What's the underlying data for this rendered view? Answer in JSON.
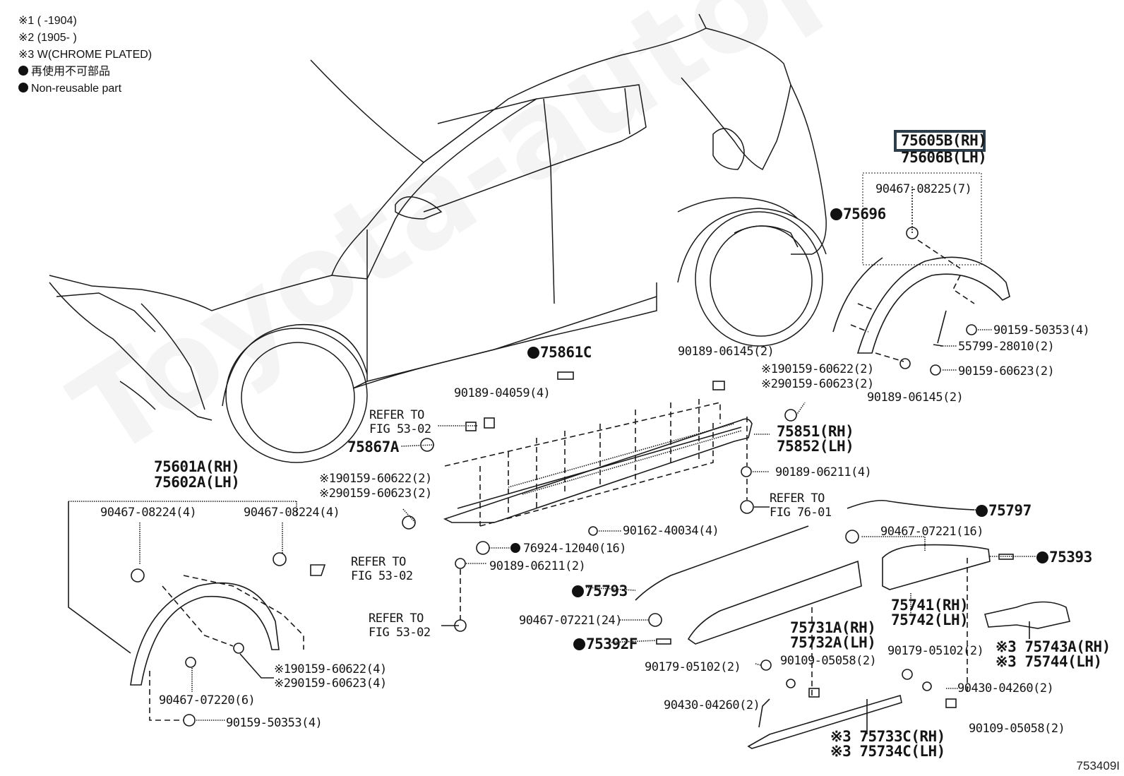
{
  "legend": {
    "note1": "※1 (      -1904)",
    "note2": "※2 (1905-      )",
    "note3": "※3 W(CHROME PLATED)",
    "nonreusable_jp": "再使用不可部品",
    "nonreusable_en": "Non-reusable part"
  },
  "watermark": "Toyota-autoparts.ru",
  "figure_id": "753409I",
  "highlighted_part": "75605B(RH)",
  "parts": {
    "p75605B": "75605B(RH)",
    "p75606B": "75606B(LH)",
    "p90467_08225": "90467-08225(7)",
    "p75696": "75696",
    "p90159_50353_r": "90159-50353(4)",
    "p55799_28010": "55799-28010(2)",
    "p90159_60623_r": "90159-60623(2)",
    "p90189_06145_r": "90189-06145(2)",
    "p75861C": "75861C",
    "p90189_06145_c": "90189-06145(2)",
    "p90159_60622_c1": "※190159-60622(2)",
    "p90159_60623_c2": "※290159-60623(2)",
    "p90189_04059": "90189-04059(4)",
    "ref_53_02_a_1": "REFER TO",
    "ref_53_02_a_2": "FIG 53-02",
    "p75867A": "75867A",
    "p75851": "75851(RH)",
    "p75852": "75852(LH)",
    "p90189_06211_4": "90189-06211(4)",
    "ref_76_01_1": "REFER TO",
    "ref_76_01_2": "FIG 76-01",
    "p90159_60622_l1": "※190159-60622(2)",
    "p90159_60623_l2": "※290159-60623(2)",
    "p75601A": "75601A(RH)",
    "p75602A": "75602A(LH)",
    "p90467_08224_a": "90467-08224(4)",
    "p90467_08224_b": "90467-08224(4)",
    "ref_53_02_b_1": "REFER TO",
    "ref_53_02_b_2": "FIG 53-02",
    "p90162_40034": "90162-40034(4)",
    "p76924_12040": "76924-12040(16)",
    "p90189_06211_2": "90189-06211(2)",
    "ref_53_02_c_1": "REFER TO",
    "ref_53_02_c_2": "FIG 53-02",
    "p75797": "75797",
    "p90467_07221_16": "90467-07221(16)",
    "p75393": "75393",
    "p75793": "75793",
    "p90467_07221_24": "90467-07221(24)",
    "p75392F": "75392F",
    "p75731A": "75731A(RH)",
    "p75732A": "75732A(LH)",
    "p75741": "75741(RH)",
    "p75742": "75742(LH)",
    "p90179_05102_r": "90179-05102(2)",
    "p75743A": "※3 75743A(RH)",
    "p75744": "※3 75744(LH)",
    "p90179_05102_c": "90179-05102(2)",
    "p90109_05058_c": "90109-05058(2)",
    "p90430_04260_c": "90430-04260(2)",
    "p90430_04260_r": "90430-04260(2)",
    "p90109_05058_r": "90109-05058(2)",
    "p75733C": "※3 75733C(RH)",
    "p75734C": "※3 75734C(LH)",
    "p90159_60622_f1": "※190159-60622(4)",
    "p90159_60623_f2": "※290159-60623(4)",
    "p90467_07220": "90467-07220(6)",
    "p90159_50353_f": "90159-50353(4)"
  }
}
